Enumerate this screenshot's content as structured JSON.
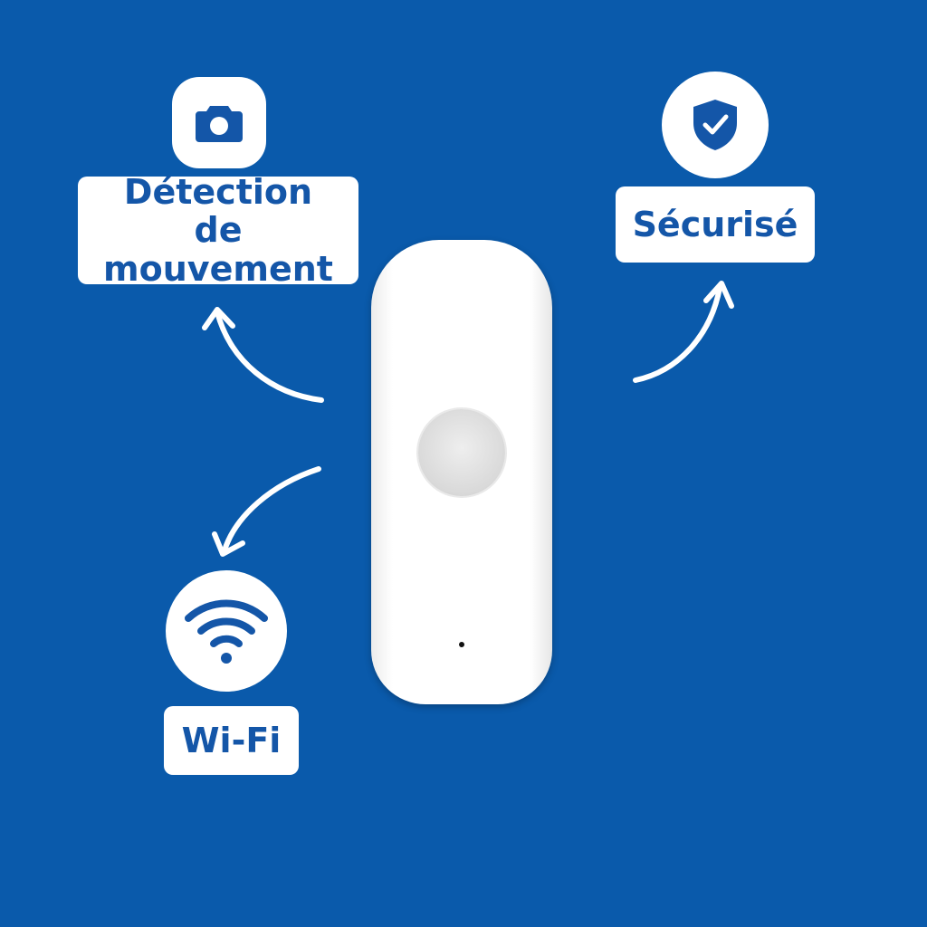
{
  "colors": {
    "background": "#0a5aab",
    "text": "#1456a8",
    "card": "#ffffff"
  },
  "features": [
    {
      "icon": "camera-icon",
      "label_lines": [
        "Détection",
        "de mouvement"
      ]
    },
    {
      "icon": "shield-check-icon",
      "label": "Sécurisé"
    },
    {
      "icon": "wifi-icon",
      "label": "Wi-Fi"
    }
  ]
}
